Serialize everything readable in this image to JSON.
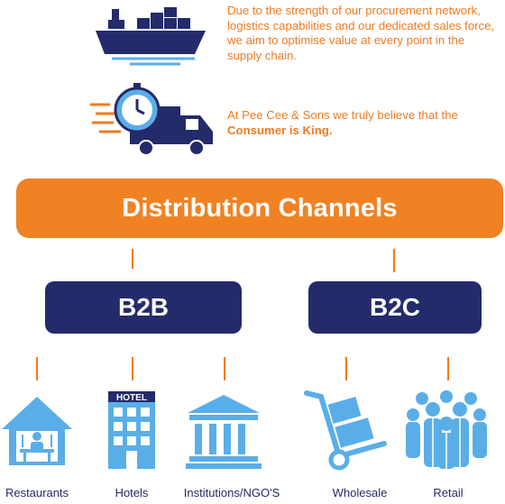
{
  "intro": {
    "paragraph1": "Due to the strength of our procurement network, logistics capabilities and our dedicated sales force, we aim to optimise value at every point in the supply chain.",
    "paragraph2_lead": "At Pee Cee & Sons we truly believe that the",
    "paragraph2_emphasis": "Consumer is King."
  },
  "root": {
    "label": "Distribution Channels"
  },
  "channels": [
    {
      "label": "B2B",
      "segments": [
        {
          "label": "Restaurants",
          "icon": "restaurant-icon"
        },
        {
          "label": "Hotels",
          "icon": "hotel-icon",
          "sign": "HOTEL"
        },
        {
          "label": "Institutions/NGO'S",
          "icon": "institution-icon"
        }
      ]
    },
    {
      "label": "B2C",
      "segments": [
        {
          "label": "Wholesale",
          "icon": "hand-truck-icon"
        },
        {
          "label": "Retail",
          "icon": "crowd-icon"
        }
      ]
    }
  ],
  "colors": {
    "orange": "#f08224",
    "navy": "#242b6a",
    "icon_blue": "#5aaee8",
    "ship_navy": "#242b6a"
  }
}
